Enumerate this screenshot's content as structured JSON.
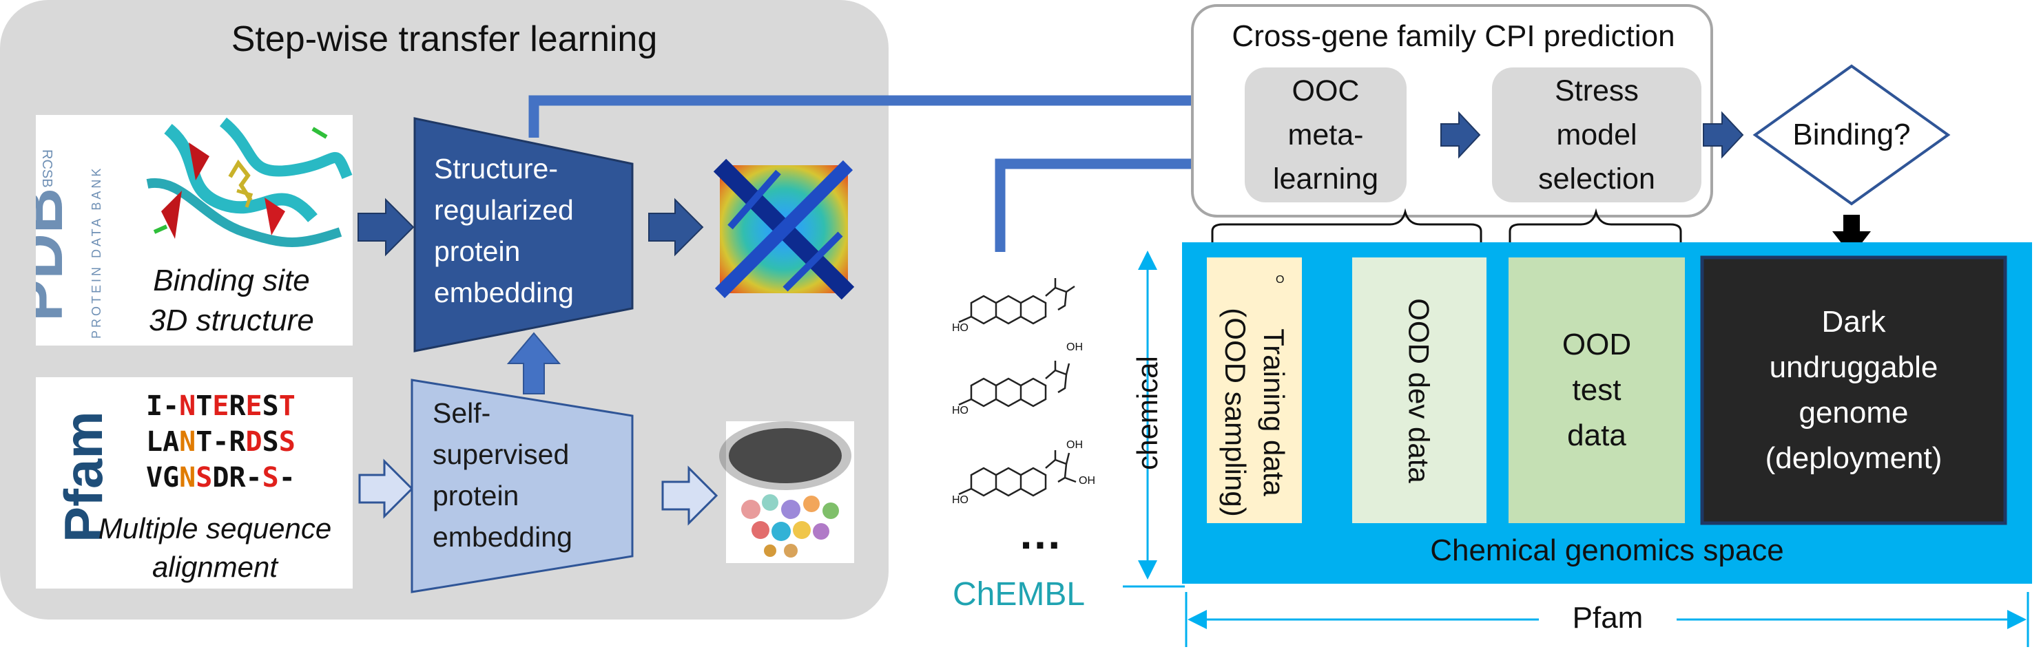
{
  "left_panel": {
    "title": "Step-wise transfer learning",
    "pdb_logo": "PDB",
    "pdb_sub": "PROTEIN DATA BANK",
    "pdb_rcsb": "RCSB",
    "binding_site_line1": "Binding site",
    "binding_site_line2": "3D structure",
    "pfam_logo": "Pfam",
    "msa_rows": [
      [
        [
          "I-",
          "#111"
        ],
        [
          "N",
          "#e0201b"
        ],
        [
          "T",
          "#111"
        ],
        [
          "E",
          "#e0201b"
        ],
        [
          "R",
          "#111"
        ],
        [
          "E",
          "#e0201b"
        ],
        [
          "S",
          "#111"
        ],
        [
          "T",
          "#e0201b"
        ]
      ],
      [
        [
          "LA",
          "#111"
        ],
        [
          "N",
          "#e07b00"
        ],
        [
          "T",
          "#111"
        ],
        [
          "-R",
          "#111"
        ],
        [
          "D",
          "#e0201b"
        ],
        [
          "S",
          "#111"
        ],
        [
          "S",
          "#e0201b"
        ]
      ],
      [
        [
          "VG",
          "#111"
        ],
        [
          "N",
          "#e07b00"
        ],
        [
          "S",
          "#e0201b"
        ],
        [
          "DR",
          "#111"
        ],
        [
          "-",
          "#111"
        ],
        [
          "S",
          "#e0201b"
        ],
        [
          "-",
          "#111"
        ]
      ]
    ],
    "msa_caption_line1": "Multiple sequence",
    "msa_caption_line2": "alignment",
    "structure_embedding": [
      "Structure-",
      "regularized",
      "protein",
      "embedding"
    ],
    "self_supervised_embedding": [
      "Self-",
      "supervised",
      "protein",
      "embedding"
    ]
  },
  "right_panel": {
    "title": "Cross-gene family CPI prediction",
    "ooc": [
      "OOC",
      "meta-",
      "learning"
    ],
    "stress": [
      "Stress",
      "model",
      "selection"
    ],
    "binding": "Binding?",
    "ellipsis": "…",
    "chembl": "ChEMBL",
    "chemical_axis": "chemical",
    "pfam_axis": "Pfam",
    "space_label": "Chemical genomics space",
    "training": [
      "Training data",
      "(OOD sampling)"
    ],
    "dev": "OOD dev data",
    "test": [
      "OOD",
      "test",
      "data"
    ],
    "dark": [
      "Dark",
      "undruggable",
      "genome",
      "(deployment)"
    ]
  },
  "colors": {
    "dark_blue": "#2f5597",
    "light_blue": "#b4c7e7",
    "cyan": "#00b0f0",
    "gray_panel": "#d9d9d9",
    "training_fill": "#fff2cc",
    "dev_fill": "#e2efda",
    "test_fill": "#c5e0b4",
    "dark_fill": "#262626",
    "chembl_text": "#1fa3b1",
    "binding_border": "#2f5597"
  }
}
